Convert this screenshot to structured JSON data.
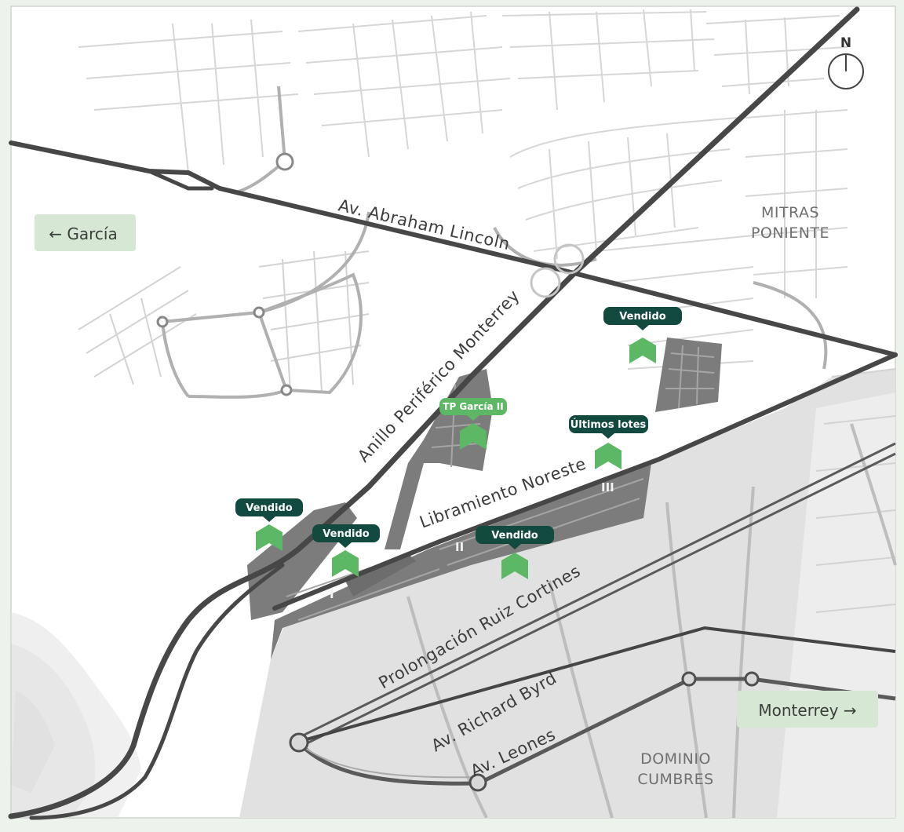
{
  "compass": {
    "label": "N"
  },
  "destinations": {
    "left": {
      "label": "← García",
      "target": "García"
    },
    "right": {
      "label": "Monterrey →",
      "target": "Monterrey"
    }
  },
  "roads": {
    "abraham_lincoln": "Av. Abraham Lincoln",
    "anillo_periferico": "Anillo Periférico Monterrey",
    "libramiento": "Libramiento Noreste",
    "ruiz_cortines": "Prolongación Ruiz Cortines",
    "richard_byrd": "Av. Richard Byrd",
    "leones": "Av. Leones"
  },
  "districts": {
    "mitras_poniente": [
      "MITRAS",
      "PONIENTE"
    ],
    "dominio_cumbres": [
      "DOMINIO",
      "CUMBRES"
    ]
  },
  "phases": {
    "one": "I",
    "two": "II",
    "three": "III"
  },
  "markers": [
    {
      "label": "Vendido",
      "style": "sold"
    },
    {
      "label": "TP García II",
      "style": "highlight"
    },
    {
      "label": "Últimos lotes",
      "style": "sold"
    },
    {
      "label": "Vendido",
      "style": "sold"
    },
    {
      "label": "Vendido",
      "style": "sold"
    },
    {
      "label": "Vendido",
      "style": "sold"
    }
  ],
  "colors": {
    "background": "#ffffff",
    "frame": "#eef2ec",
    "road": "#4a4a4a",
    "development": "#7a7a7a",
    "zone": "#dddddd",
    "pin_dark": "#134a40",
    "pin_green": "#5cb865",
    "dest_bg": "#d6e8d3"
  }
}
